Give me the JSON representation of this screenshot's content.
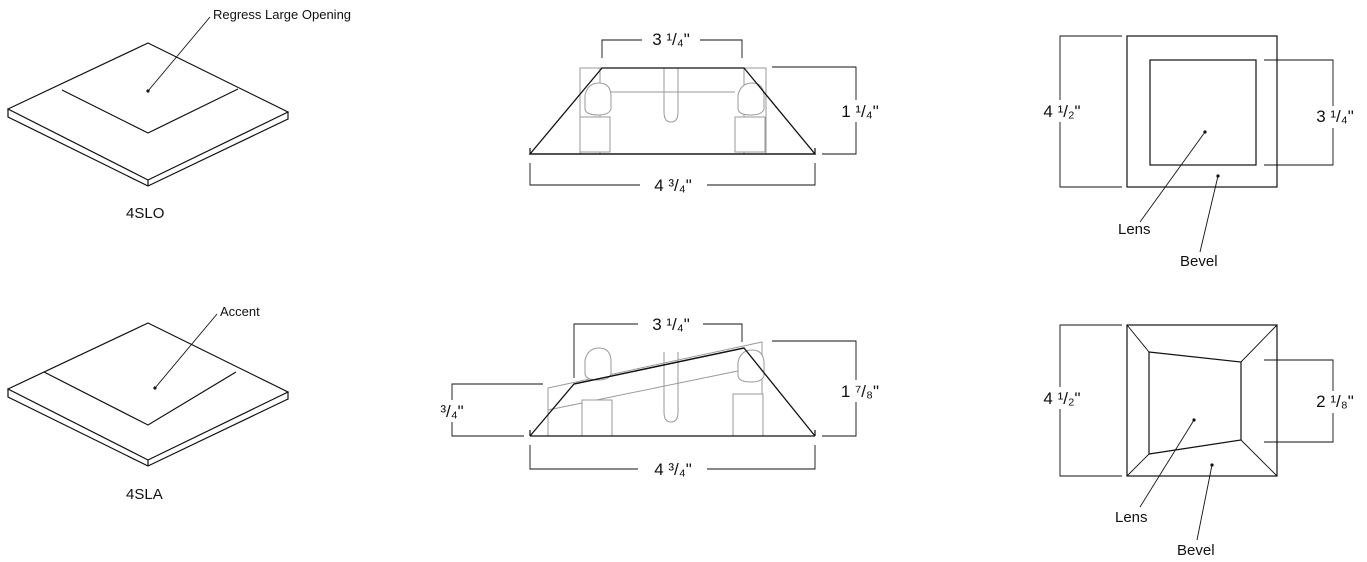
{
  "rows": [
    {
      "model_label": "4SLO",
      "callout": "Regress Large Opening",
      "top_dim": "3 ¹/₄\"",
      "bottom_dim": "4 ³/₄\"",
      "height_dim": "1 ¹/₄\"",
      "front_outer_dim": "4 ¹/₂\"",
      "front_inner_dim": "3 ¹/₄\"",
      "lens_label": "Lens",
      "bevel_label": "Bevel"
    },
    {
      "model_label": "4SLA",
      "callout": "Accent",
      "top_dim": "3 ¹/₄\"",
      "bottom_dim": "4 ³/₄\"",
      "height_dim": "1 ⁷/₈\"",
      "low_height_dim": "³/₄\"",
      "front_outer_dim": "4 ¹/₂\"",
      "front_inner_dim": "2 ¹/₈\"",
      "lens_label": "Lens",
      "bevel_label": "Bevel"
    }
  ]
}
